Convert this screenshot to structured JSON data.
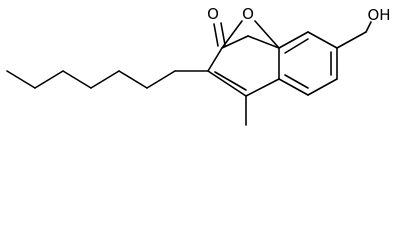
{
  "atoms": {
    "carbonyl_oxygen": "O",
    "ring_oxygen": "O",
    "hydroxyl": "OH"
  }
}
